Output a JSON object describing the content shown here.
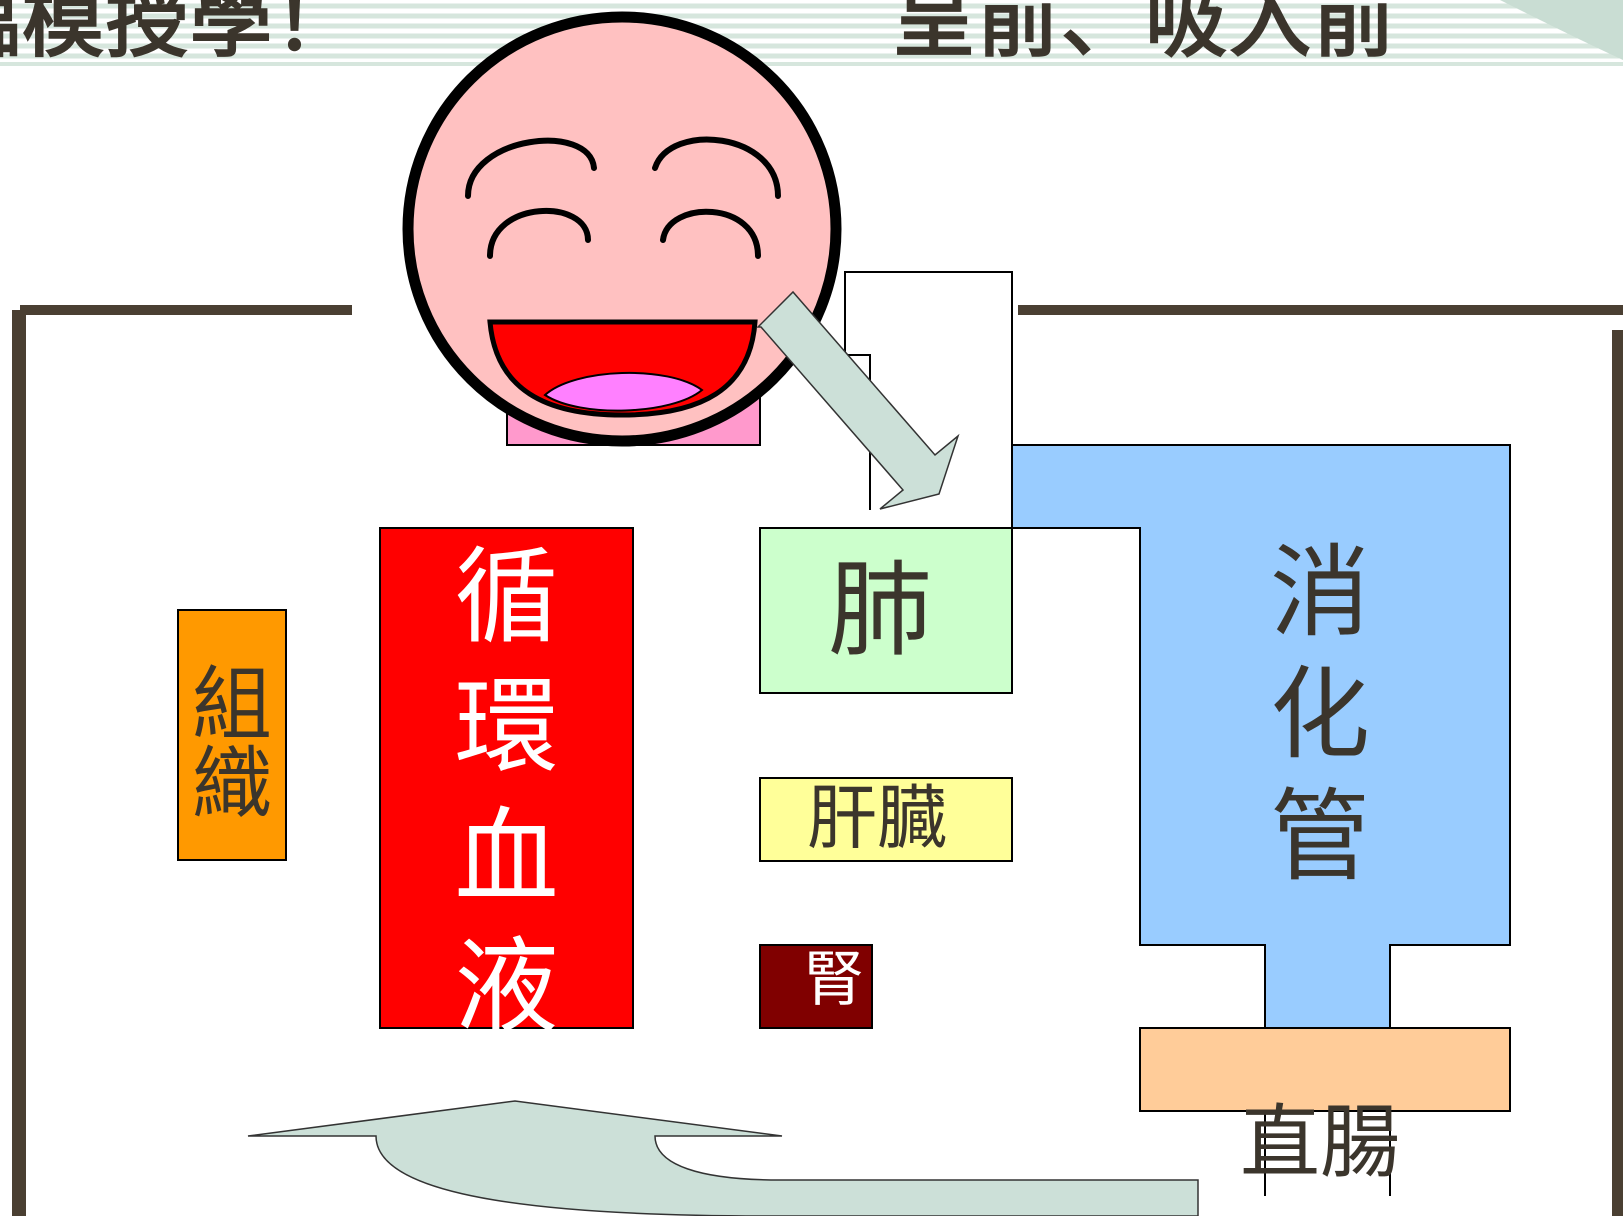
{
  "header": {
    "title_left": "臨模授學！",
    "title_right": "呈前、吸入前"
  },
  "colors": {
    "frame": "#4a3f32",
    "face": "#ffc1c1",
    "mouth": "#ff0000",
    "tongue": "#ff80ff",
    "blood": "#ff0000",
    "tissue": "#ff9900",
    "lung": "#ccffcc",
    "liver": "#ffff99",
    "kidney": "#800000",
    "gut": "#99ccff",
    "rectum": "#ffcc99",
    "arrow": "#cce0d8"
  },
  "labels": {
    "tissue": "組織",
    "blood": "循環血液",
    "lung": "肺",
    "liver": "肝臓",
    "kidney": "腎",
    "gut": "消化管",
    "rectum": "直腸"
  }
}
